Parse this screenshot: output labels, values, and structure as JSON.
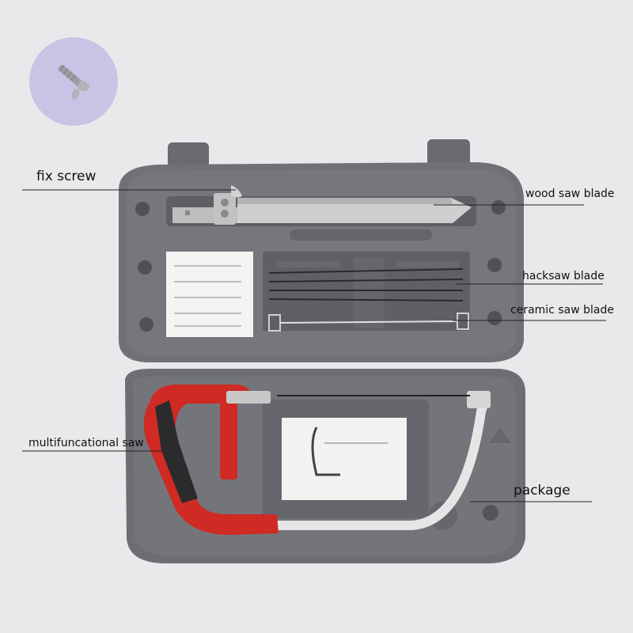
{
  "image": {
    "description_free": true,
    "colors": {
      "background": "#e9e9eb",
      "case": "#6f7076",
      "case_dark": "#5a5b60",
      "handle": "#d22a24",
      "grip": "#2b2b2d",
      "blade": "#c9c9c9",
      "inset_circle": "#c8c4e6",
      "leader_line": "#222222"
    }
  },
  "callouts": {
    "fix_screw": "fix screw",
    "wood_saw_blade": "wood saw blade",
    "hacksaw_blade": "hacksaw blade",
    "ceramic_saw_blade": "ceramic saw blade",
    "multifunctional_saw": "multifuncational saw",
    "package": "package"
  },
  "icons": {
    "inset": "wing-screw-icon"
  }
}
